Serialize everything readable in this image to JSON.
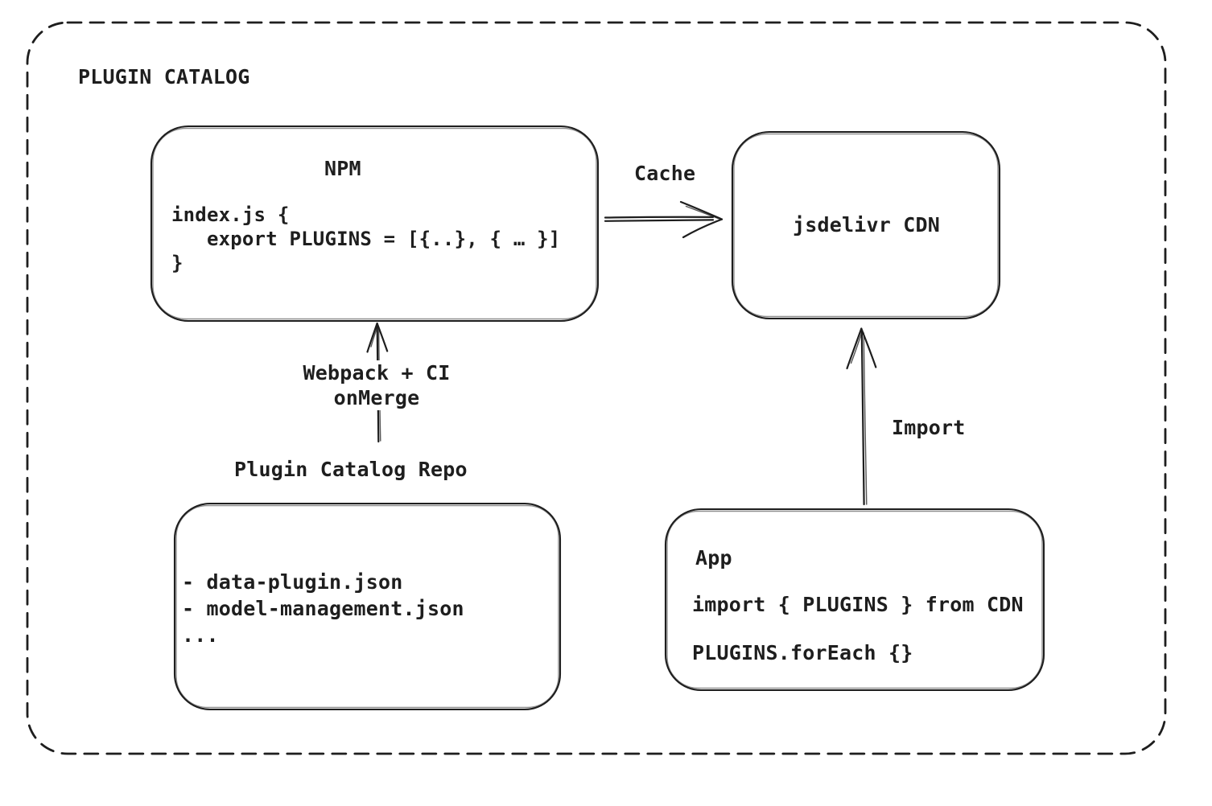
{
  "diagram": {
    "title": "PLUGIN CATALOG",
    "colors": {
      "ink": "#1e1e1e",
      "background": "#ffffff"
    },
    "nodes": {
      "npm": {
        "title": "NPM",
        "code": "index.js {\n   export PLUGINS = [{..}, { … }]\n}"
      },
      "cdn": {
        "label": "jsdelivr CDN"
      },
      "repo": {
        "label": "Plugin Catalog Repo",
        "items": "- data-plugin.json\n- model-management.json\n..."
      },
      "app": {
        "title": "App",
        "import_line": "import { PLUGINS } from CDN",
        "foreach_line": "PLUGINS.forEach {}"
      }
    },
    "arrows": {
      "cache": {
        "label": "Cache"
      },
      "build": {
        "label": "Webpack + CI\nonMerge"
      },
      "import": {
        "label": "Import"
      }
    }
  }
}
